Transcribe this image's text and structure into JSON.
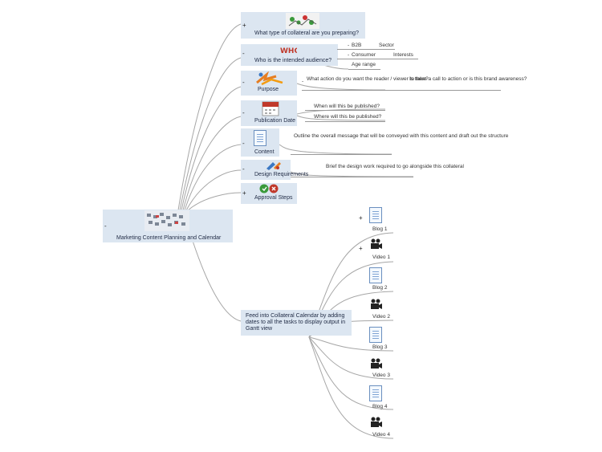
{
  "root": {
    "label": "Marketing Content Planning and Calendar",
    "toggle": "-"
  },
  "branches": [
    {
      "label": "What type of collateral are you preparing?",
      "toggle": "+",
      "icon": "collateral-image-icon"
    },
    {
      "label": "Who is the intended audience?",
      "toggle": "-",
      "icon": "who-question-icon",
      "children": [
        {
          "label": "B2B",
          "toggle": "-",
          "children": [
            {
              "label": "Sector"
            }
          ]
        },
        {
          "label": "Consumer",
          "toggle": "-",
          "children": [
            {
              "label": "Interests"
            }
          ]
        },
        {
          "label": "Age range"
        }
      ]
    },
    {
      "label": "Purpose",
      "toggle": "-",
      "icon": "purpose-arrows-icon",
      "children": [
        {
          "label": "What action do you want the reader / viewer to take?",
          "toggle": "-",
          "children": [
            {
              "label": "Is there a call to action or is this brand awareness?"
            }
          ]
        }
      ]
    },
    {
      "label": "Publication Date",
      "toggle": "-",
      "icon": "calendar-icon",
      "children": [
        {
          "label": "When will this be published?"
        },
        {
          "label": "Where will this be published?"
        }
      ]
    },
    {
      "label": "Content",
      "toggle": "-",
      "icon": "document-icon",
      "children": [
        {
          "label": "Outline the overall message that will be conveyed with this content and draft out the structure"
        }
      ]
    },
    {
      "label": "Design Requirements",
      "toggle": "-",
      "icon": "design-tools-icon",
      "children": [
        {
          "label": "Brief the design work required to go alongside this collateral"
        }
      ]
    },
    {
      "label": "Approval Steps",
      "toggle": "+",
      "icon": "approval-balloons-icon"
    },
    {
      "label": "Feed into Collateral Calendar by adding dates to all the tasks to display output in Gantt view",
      "children": [
        {
          "label": "Blog 1",
          "toggle": "+",
          "icon": "document-icon"
        },
        {
          "label": "Video 1",
          "toggle": "+",
          "icon": "video-camera-icon"
        },
        {
          "label": "Blog 2",
          "icon": "document-icon"
        },
        {
          "label": "Video 2",
          "icon": "video-camera-icon"
        },
        {
          "label": "Blog 3",
          "icon": "document-icon"
        },
        {
          "label": "Video 3",
          "icon": "video-camera-icon"
        },
        {
          "label": "Blog 4",
          "icon": "document-icon"
        },
        {
          "label": "Video 4",
          "icon": "video-camera-icon"
        }
      ]
    }
  ],
  "colors": {
    "node_fill": "#dce6f1",
    "link": "#a0a0a0",
    "text": "#1f2a44"
  }
}
